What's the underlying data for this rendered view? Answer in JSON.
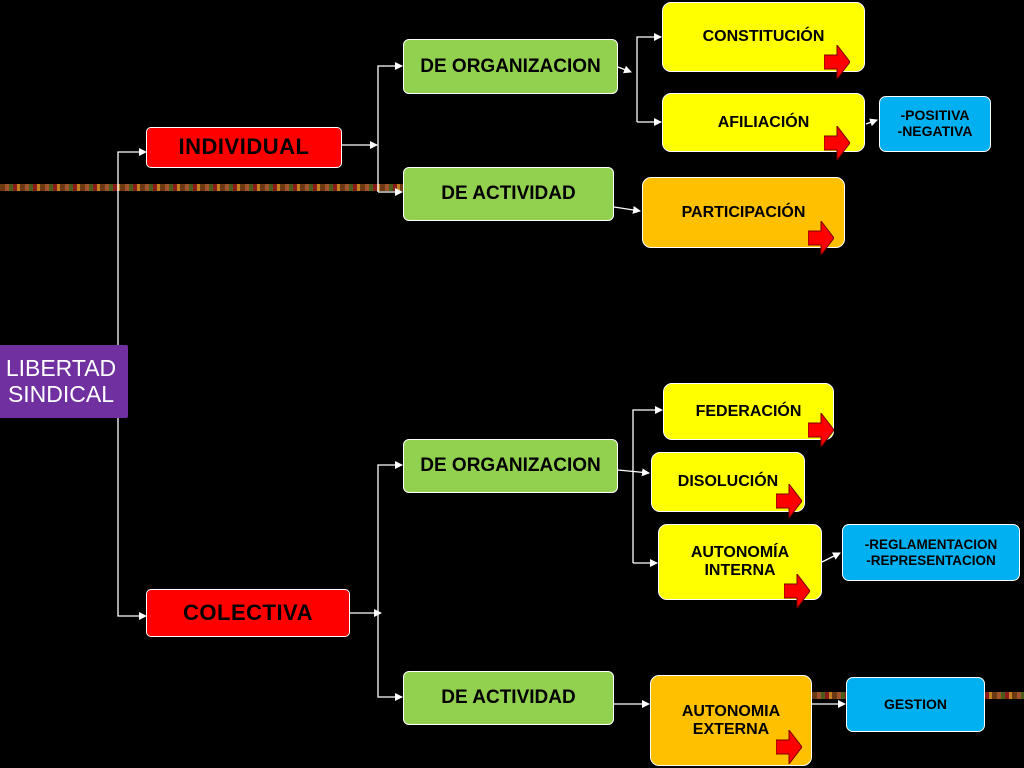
{
  "diagram": {
    "root": "LIBERTAD SINDICAL",
    "individual": {
      "label": "INDIVIDUAL",
      "organizacion": "DE ORGANIZACION",
      "actividad": "DE ACTIVIDAD",
      "constitucion": "CONSTITUCIÓN",
      "afiliacion": "AFILIACIÓN",
      "afiliacion_detail": [
        "-POSITIVA",
        "-NEGATIVA"
      ],
      "participacion": "PARTICIPACIÓN"
    },
    "colectiva": {
      "label": "COLECTIVA",
      "organizacion": "DE ORGANIZACION",
      "actividad": "DE ACTIVIDAD",
      "federacion": "FEDERACIÓN",
      "disolucion": "DISOLUCIÓN",
      "autonomia_interna": "AUTONOMÍA INTERNA",
      "autonomia_interna_detail": [
        "-REGLAMENTACION",
        "-REPRESENTACION"
      ],
      "autonomia_externa": "AUTONOMIA EXTERNA",
      "gestion": "GESTION"
    }
  },
  "colors": {
    "purple": "#7030a0",
    "red": "#ff0000",
    "green": "#92d050",
    "yellow": "#ffff00",
    "orange": "#ffc000",
    "blue": "#00b0f0",
    "arrow_red": "#ff0000"
  },
  "icons": [
    "red-arrow-icon"
  ]
}
